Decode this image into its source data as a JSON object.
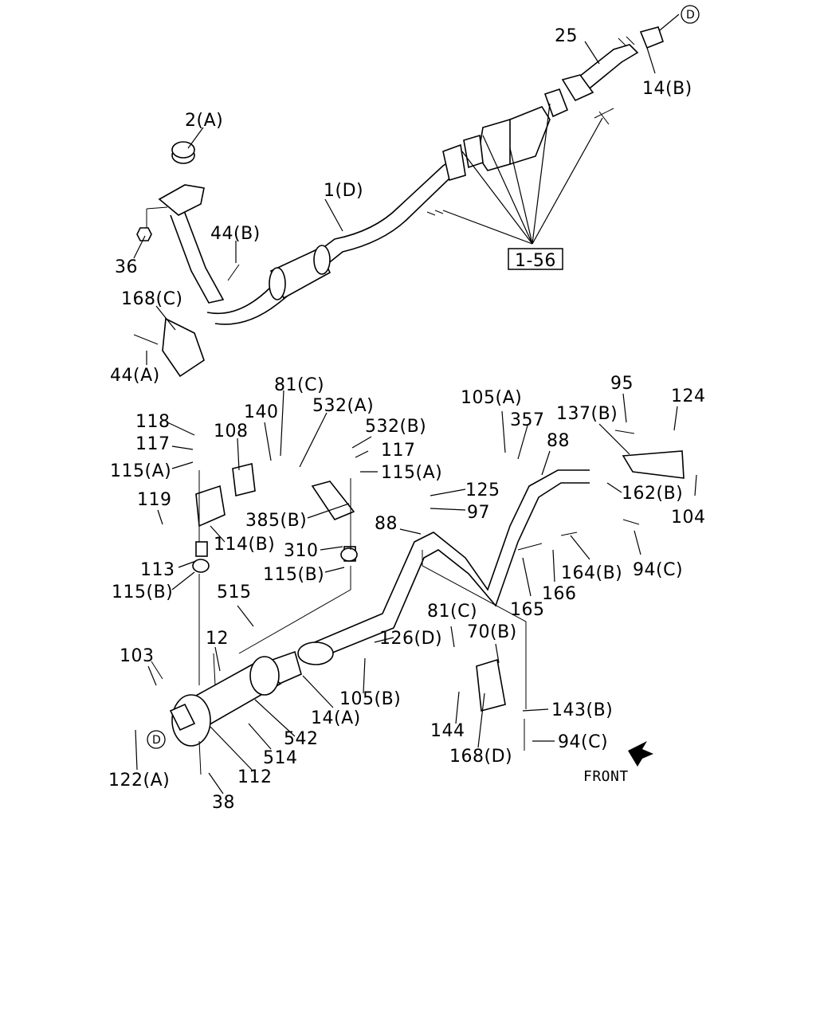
{
  "labels": {
    "d_circle_top": "D",
    "p25": "25",
    "p14b": "14(B)",
    "p2a": "2(A)",
    "p1d": "1(D)",
    "p44b": "44(B)",
    "p36": "36",
    "ref156": "1-56",
    "p168c": "168(C)",
    "p44a": "44(A)",
    "p81c_top": "81(C)",
    "p140": "140",
    "p532a": "532(A)",
    "p532b": "532(B)",
    "p118": "118",
    "p108": "108",
    "p117_left": "117",
    "p117_right": "117",
    "p115a_left": "115(A)",
    "p115a_right": "115(A)",
    "p119": "119",
    "p385b": "385(B)",
    "p114b": "114(B)",
    "p310": "310",
    "p113": "113",
    "p115b_right": "115(B)",
    "p115b_left": "115(B)",
    "p515": "515",
    "p105a": "105(A)",
    "p357": "357",
    "p137b": "137(B)",
    "p95": "95",
    "p124": "124",
    "p88_top": "88",
    "p125": "125",
    "p97": "97",
    "p162b": "162(B)",
    "p104": "104",
    "p88_mid": "88",
    "p164b": "164(B)",
    "p94c_right": "94(C)",
    "p166": "166",
    "p165": "165",
    "p81c_bottom": "81(C)",
    "p70b": "70(B)",
    "p126d": "126(D)",
    "p12": "12",
    "p103": "103",
    "p105b": "105(B)",
    "p14a": "14(A)",
    "p143b": "143(B)",
    "p144": "144",
    "p542": "542",
    "p514": "514",
    "p94c_bottom": "94(C)",
    "p168d": "168(D)",
    "d_circle_bottom": "D",
    "p122a": "122(A)",
    "p112": "112",
    "p38": "38",
    "front": "FRONT"
  }
}
